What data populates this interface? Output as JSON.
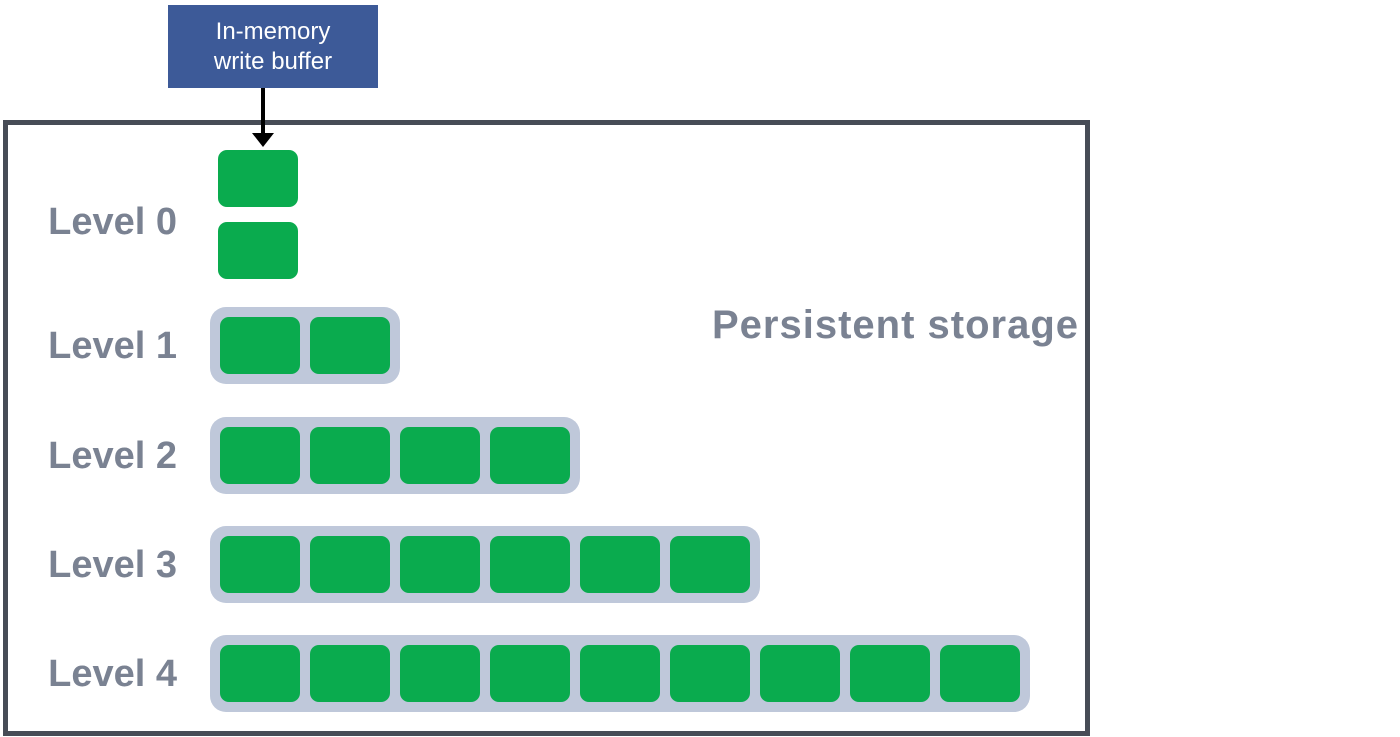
{
  "buffer": {
    "label": "In-memory write buffer"
  },
  "storage": {
    "label": "Persistent storage"
  },
  "levels": [
    {
      "label": "Level 0",
      "block_count": 2,
      "grouped": false
    },
    {
      "label": "Level 1",
      "block_count": 2,
      "grouped": true
    },
    {
      "label": "Level 2",
      "block_count": 4,
      "grouped": true
    },
    {
      "label": "Level 3",
      "block_count": 6,
      "grouped": true
    },
    {
      "label": "Level 4",
      "block_count": 9,
      "grouped": true
    }
  ],
  "colors": {
    "block_green": "#0aab4e",
    "group_gray": "#bfc8da",
    "buffer_blue": "#3d5a98",
    "border_dark": "#474c56",
    "label_gray": "#7a8292"
  }
}
